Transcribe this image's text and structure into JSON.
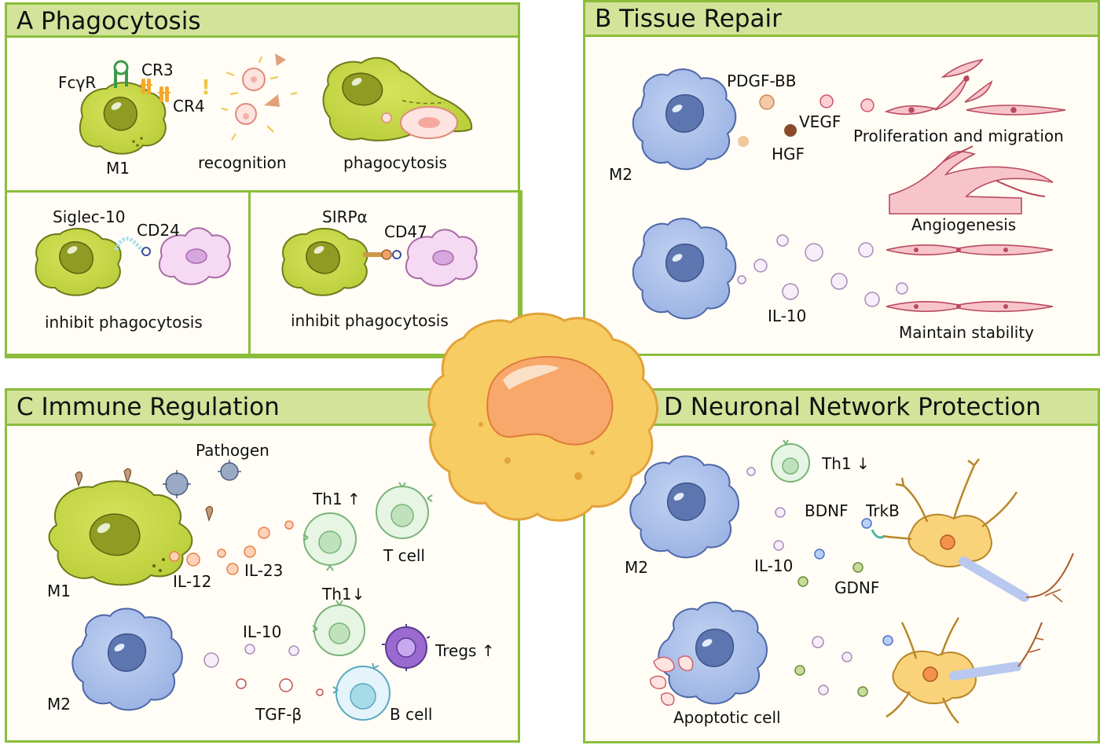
{
  "colors": {
    "panel_border": "#8cbd3a",
    "header_fill": "#d3e39a",
    "m1_cell": "#c8d94a",
    "m2_cell": "#a9bfe8",
    "central_cell": "#f7cc63"
  },
  "panel_a": {
    "title": "A  Phagocytosis",
    "fcgr": "FcγR",
    "cr3": "CR3",
    "cr4": "CR4",
    "m1": "M1",
    "recognition": "recognition",
    "phagocytosis": "phagocytosis",
    "siglec10": "Siglec-10",
    "cd24": "CD24",
    "inhibit1": "inhibit  phagocytosis",
    "sirpa": "SIRPα",
    "cd47": "CD47",
    "inhibit2": "inhibit  phagocytosis"
  },
  "panel_b": {
    "title": "B  Tissue Repair",
    "pdgf": "PDGF-BB",
    "vegf": "VEGF",
    "hgf": "HGF",
    "m2": "M2",
    "prolif": "Proliferation and migration",
    "angio": "Angiogenesis",
    "il10": "IL-10",
    "maintain": "Maintain stability"
  },
  "panel_c": {
    "title": "C  Immune Regulation",
    "pathogen": "Pathogen",
    "th1_up": "Th1 ↑",
    "t_cell": "T cell",
    "m1": "M1",
    "il12": "IL-12",
    "il23": "IL-23",
    "th1_down": "Th1↓",
    "il10": "IL-10",
    "tregs": "Tregs ↑",
    "m2": "M2",
    "tgfb": "TGF-β",
    "b_cell": "B cell"
  },
  "panel_d": {
    "title": "D  Neuronal Network Protection",
    "th1_down": "Th1 ↓",
    "bdnf": "BDNF",
    "trkb": "TrkB",
    "m2": "M2",
    "il10": "IL-10",
    "gdnf": "GDNF",
    "apoptotic": "Apoptotic cell"
  }
}
